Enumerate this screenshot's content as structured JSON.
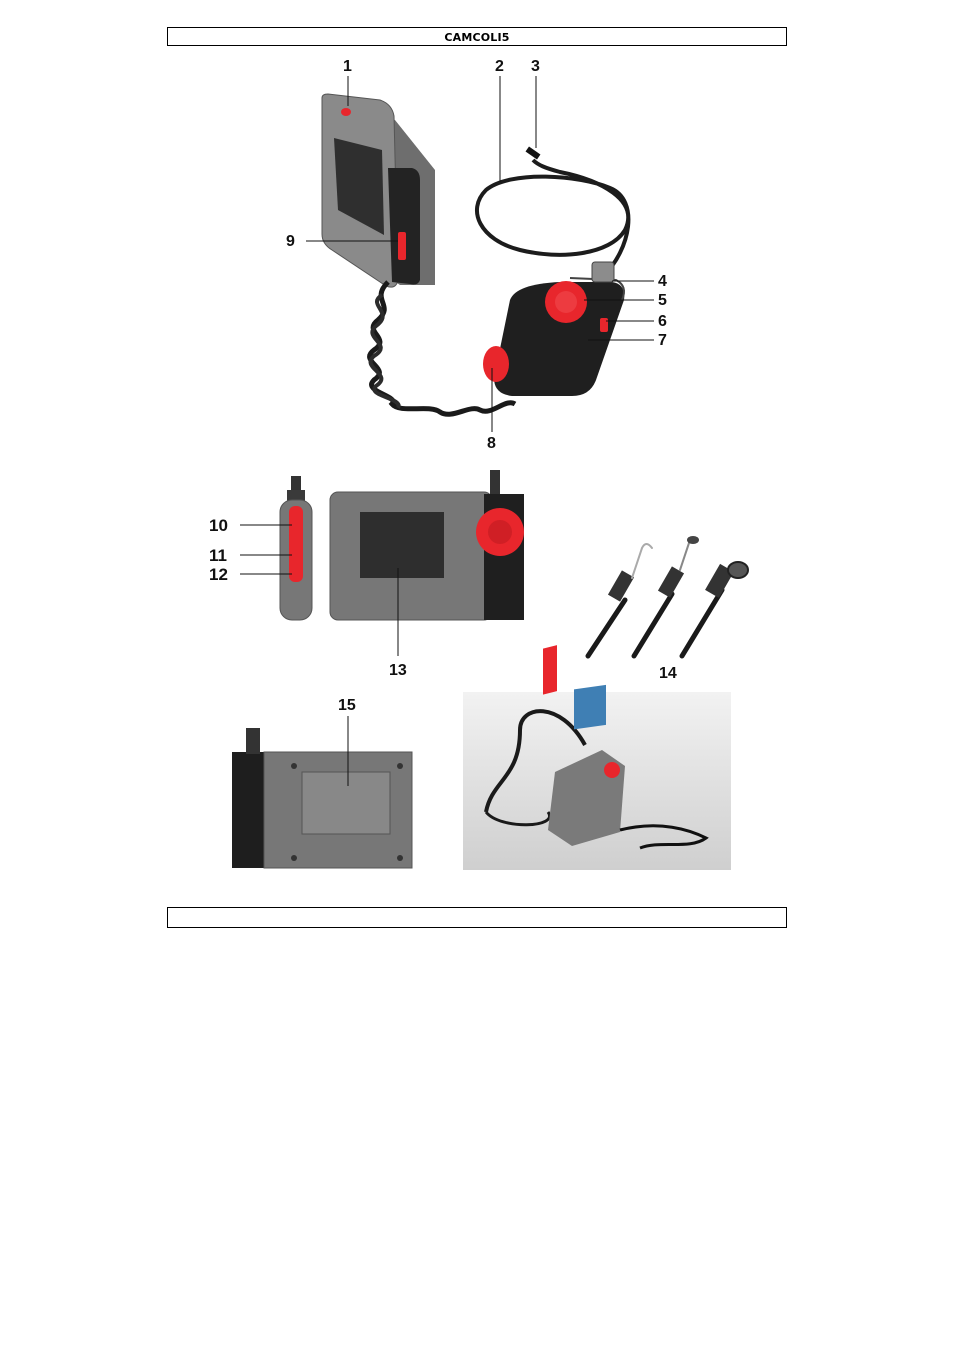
{
  "header": {
    "title": "CAMCOLI5"
  },
  "figure_labels": {
    "l1": "1",
    "l2": "2",
    "l3": "3",
    "l4": "4",
    "l5": "5",
    "l6": "6",
    "l7": "7",
    "l8": "8",
    "l9": "9",
    "l10": "10",
    "l11": "11",
    "l12": "12",
    "l13": "13",
    "l14": "14",
    "l15": "15"
  },
  "colors": {
    "accent_red": "#e8262c",
    "device_grey": "#7a7a7a",
    "device_dark": "#2a2a2a",
    "screen": "#303030"
  },
  "footer": {
    "text": ""
  }
}
